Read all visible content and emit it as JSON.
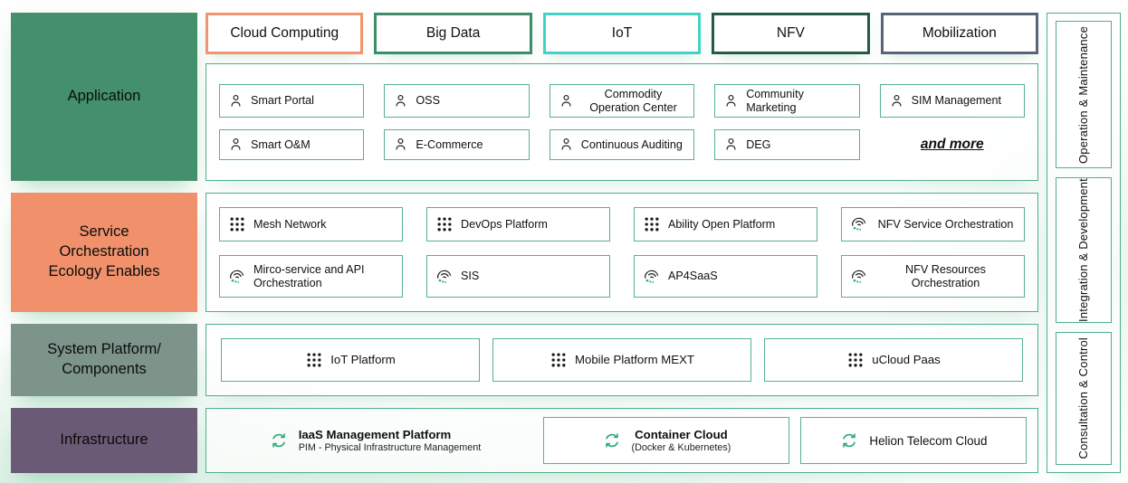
{
  "palette": {
    "section_border": "#4fae8d",
    "item_border": "#57b192",
    "icon_green": "#2ca878",
    "text": "#101010"
  },
  "left_sections": [
    {
      "label": "Application",
      "color": "#44906c"
    },
    {
      "label": "Service Orchestration Ecology Enables",
      "color": "#f0916c"
    },
    {
      "label": "System Platform/ Components",
      "color": "#7d948b"
    },
    {
      "label": "Infrastructure",
      "color": "#6b5a75"
    }
  ],
  "top_categories": [
    {
      "label": "Cloud Computing",
      "border_color": "#f2946f"
    },
    {
      "label": "Big Data",
      "border_color": "#3c8e68"
    },
    {
      "label": "IoT",
      "border_color": "#43d3c6"
    },
    {
      "label": "NFV",
      "border_color": "#215c43"
    },
    {
      "label": "Mobilization",
      "border_color": "#596379"
    }
  ],
  "application": {
    "rows": [
      [
        {
          "label": "Smart Portal",
          "icon": "person"
        },
        {
          "label": "OSS",
          "icon": "person"
        },
        {
          "label": "Commodity Operation Center",
          "icon": "person"
        },
        {
          "label": "Community Marketing",
          "icon": "person"
        },
        {
          "label": "SIM Management",
          "icon": "person"
        }
      ],
      [
        {
          "label": "Smart O&M",
          "icon": "person"
        },
        {
          "label": "E-Commerce",
          "icon": "person"
        },
        {
          "label": "Continuous Auditing",
          "icon": "person"
        },
        {
          "label": "DEG",
          "icon": "person"
        },
        {
          "label": "and more",
          "icon": "none"
        }
      ]
    ]
  },
  "service": {
    "rows": [
      [
        {
          "label": "Mesh Network",
          "icon": "grid"
        },
        {
          "label": "DevOps Platform",
          "icon": "grid"
        },
        {
          "label": "Ability Open Platform",
          "icon": "grid"
        },
        {
          "label": "NFV Service Orchestration",
          "icon": "orchestration"
        }
      ],
      [
        {
          "label": "Mirco-service and API Orchestration",
          "icon": "orchestration"
        },
        {
          "label": "SIS",
          "icon": "orchestration"
        },
        {
          "label": "AP4SaaS",
          "icon": "orchestration"
        },
        {
          "label": "NFV Resources Orchestration",
          "icon": "orchestration"
        }
      ]
    ]
  },
  "system": {
    "items": [
      {
        "label": "IoT Platform",
        "icon": "grid"
      },
      {
        "label": "Mobile Platform MEXT",
        "icon": "grid"
      },
      {
        "label": "uCloud Paas",
        "icon": "grid"
      }
    ]
  },
  "infrastructure": {
    "items": [
      {
        "title": "IaaS Management Platform",
        "subtitle": "PIM - Physical Infrastructure Management",
        "icon": "sync"
      },
      {
        "title": "Container Cloud",
        "subtitle": "(Docker & Kubernetes)",
        "icon": "sync"
      },
      {
        "title": "Helion Telecom Cloud",
        "subtitle": "",
        "icon": "sync"
      }
    ]
  },
  "right_sections": [
    {
      "label": "Operation & Maintenance"
    },
    {
      "label": "Integration & Development"
    },
    {
      "label": "Consultation & Control"
    }
  ]
}
